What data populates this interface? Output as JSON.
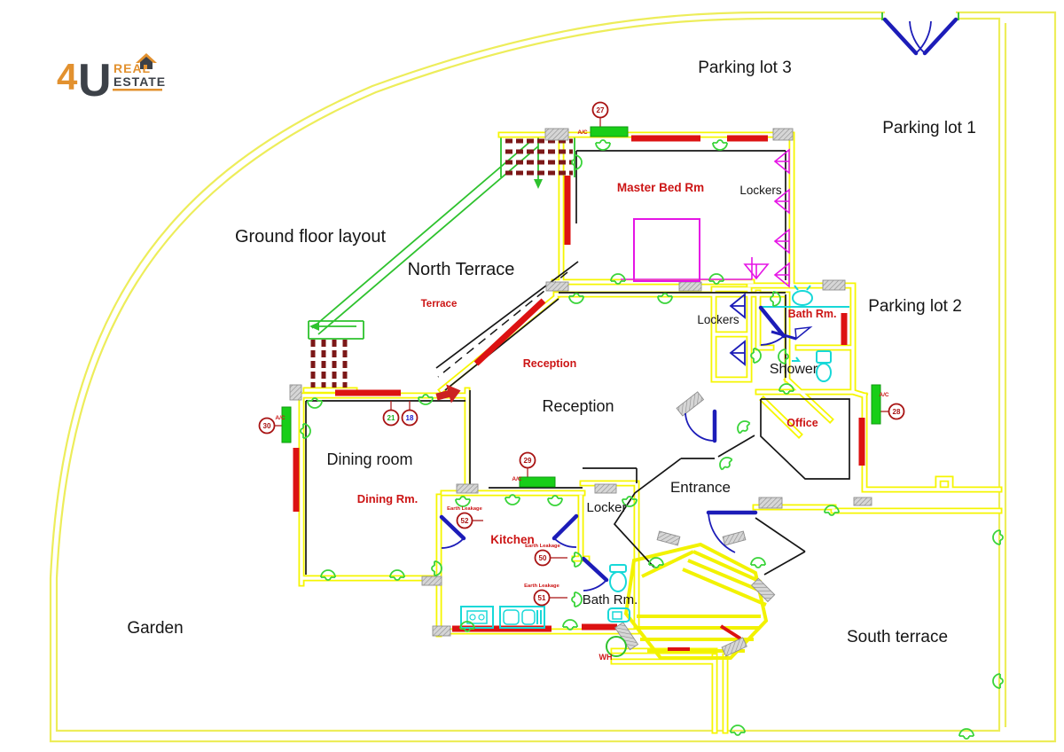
{
  "logo": {
    "four": "4",
    "u": "U",
    "real": "REAL",
    "estate": "ESTATE"
  },
  "title": "Ground floor layout",
  "site": {
    "parking3": "Parking lot 3",
    "parking1": "Parking lot 1",
    "parking2": "Parking lot 2",
    "north_terrace": "North Terrace",
    "garden": "Garden",
    "south_terrace": "South terrace"
  },
  "rooms": {
    "master_bed": "Master Bed Rm",
    "lockers_master": "Lockers",
    "lockers_reception": "Lockers",
    "terrace": "Terrace",
    "reception_red": "Reception",
    "reception": "Reception",
    "bath_top": "Bath Rm.",
    "shower": "Shower",
    "office": "Office",
    "dining": "Dining room",
    "dining_red": "Dining Rm.",
    "kitchen": "Kitchen",
    "locker_lobby": "Locker",
    "bath_kitchen": "Bath Rm.",
    "entrance": "Entrance",
    "water_heater": "WH"
  },
  "devices": {
    "ac": [
      {
        "id": "27",
        "label": "A/C"
      },
      {
        "id": "28",
        "label": "A/C"
      },
      {
        "id": "29",
        "label": "A/C"
      },
      {
        "id": "30",
        "label": "A/C"
      }
    ],
    "circuits": [
      {
        "id": "21"
      },
      {
        "id": "18"
      }
    ],
    "earth_leakage": [
      {
        "id": "52",
        "label": "Earth Leakage"
      },
      {
        "id": "50",
        "label": "Earth Leakage"
      },
      {
        "id": "51",
        "label": "Earth Leakage"
      }
    ]
  },
  "icons": {
    "sprinkler-icon": "green semicircle wall symbol",
    "locker-magenta-icon": "magenta triangle shelf",
    "locker-blue-icon": "blue triangle shelf",
    "column-icon": "gray hatched column",
    "door-swing-icon": "blue quarter-arc door",
    "gate-door-icon": "blue double gate leaf",
    "sink-icon": "cyan wash basin",
    "toilet-icon": "cyan toilet",
    "stove-icon": "cyan cooker",
    "kitchen-sink-icon": "cyan double sink",
    "water-heater-icon": "green circle",
    "house-icon": "logo house glyph",
    "stair-arrow-icon": "green direction arrow"
  },
  "colors": {
    "boundary": "#eded5a",
    "wall_yellow": "#f6f600",
    "wall_red": "#dc1212",
    "louver_dark_red": "#7c1818",
    "line_black": "#161616",
    "symbol_green": "#2ec22e",
    "ac_green": "#18ce18",
    "magenta": "#e515e5",
    "cyan": "#17d8d8",
    "door_blue": "#1c1cb8",
    "column_gray": "#c9c9c9",
    "label_red": "#cc1515",
    "device_ring_red": "#a81212",
    "num_green": "#1faf1f",
    "num_blue": "#1c1ccc",
    "logo_orange": "#e2912f",
    "logo_dark": "#3c4148"
  }
}
